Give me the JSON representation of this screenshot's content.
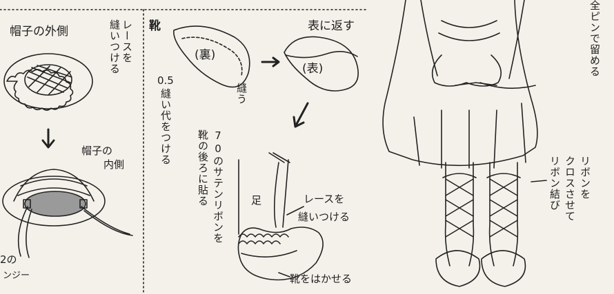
{
  "hat": {
    "outer_label": "帽子の外側",
    "lace_note": [
      "レースを",
      "縫いつける"
    ],
    "inner_label": [
      "帽子の",
      "内側"
    ],
    "ribbon_note_fragment": [
      "2の",
      "ンジー"
    ]
  },
  "shoes": {
    "title": "靴",
    "back_label": "(裏)",
    "front_label": "(表)",
    "turn_out": "表に返す",
    "seam_allowance": [
      "0.5",
      "縫い代をつける"
    ],
    "sew": "縫う",
    "satin_ribbon": [
      "70のサテンリボンを",
      "靴の後ろに貼る"
    ],
    "leg_label": "足",
    "lace_note": [
      "レースを",
      "縫いつける"
    ],
    "put_on": "靴をはかせる"
  },
  "doll": {
    "pin_note": "全ピンで留める",
    "ribbon_note": [
      "リボンを",
      "クロスさせて",
      "リボン結び"
    ]
  }
}
